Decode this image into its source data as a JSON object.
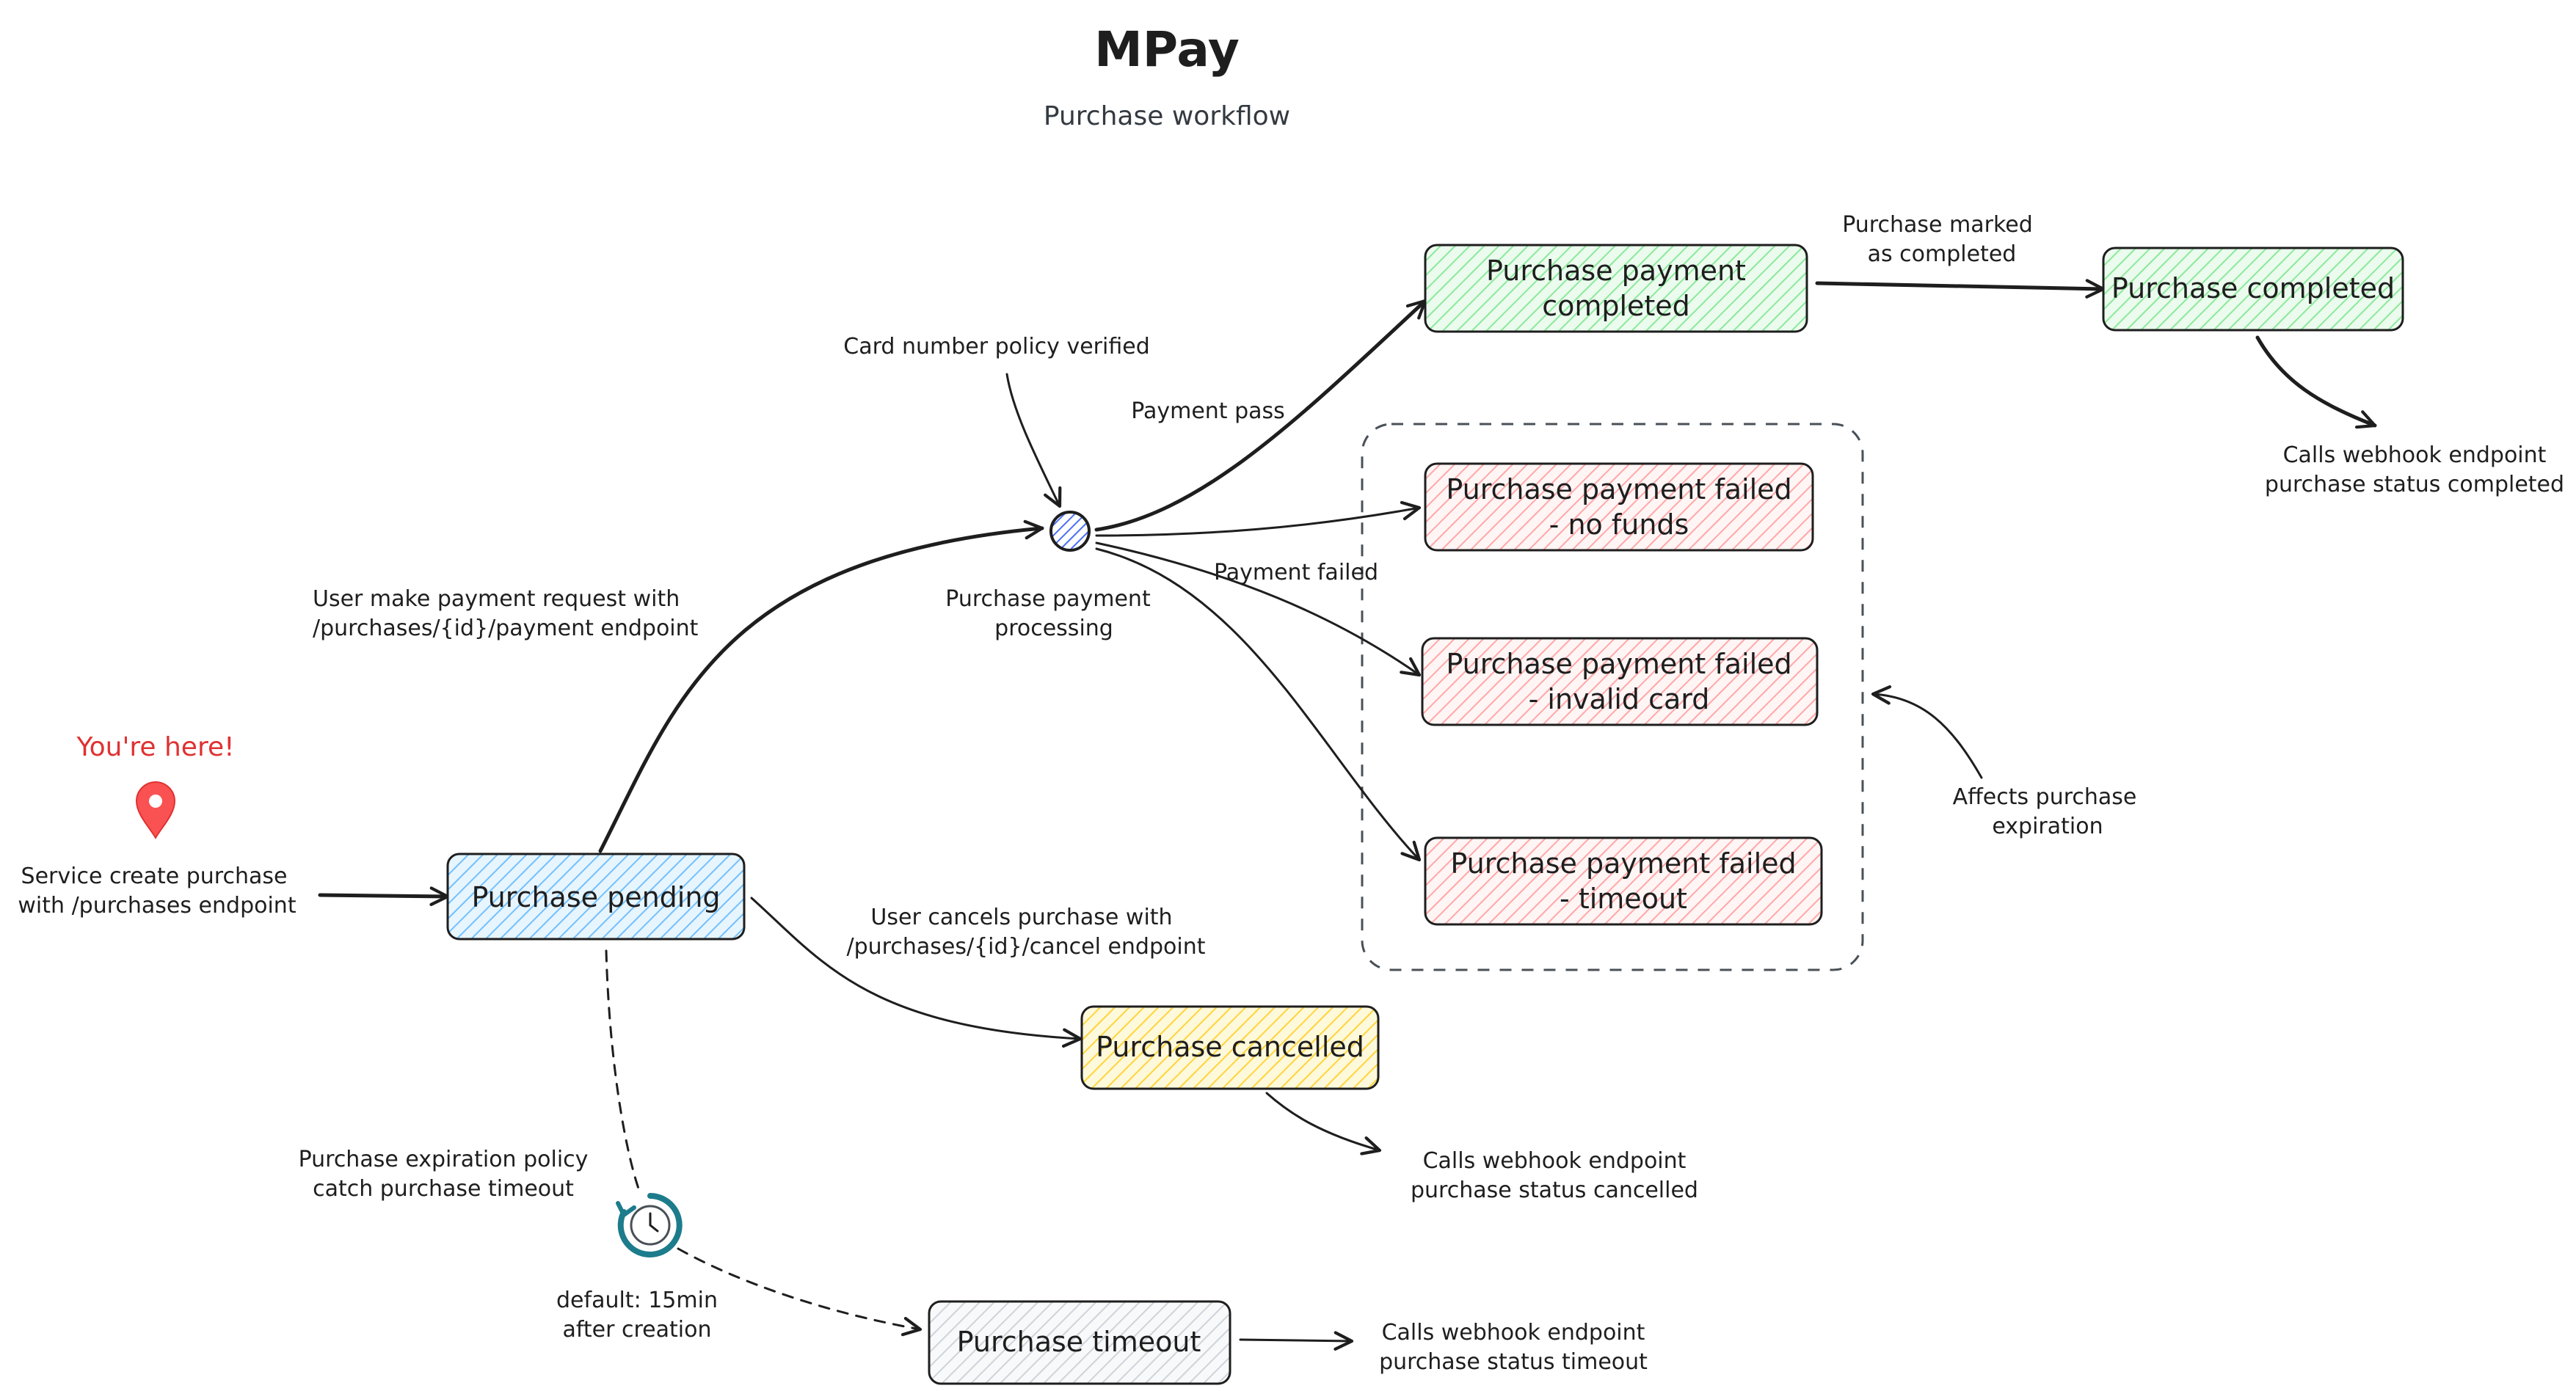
{
  "header": {
    "title": "MPay",
    "subtitle": "Purchase workflow"
  },
  "marker": {
    "label": "You're here!",
    "icon": "map-pin-icon",
    "color": "#e03131"
  },
  "colors": {
    "blue": "#a5d8ff",
    "green": "#b2f2bb",
    "red": "#ffc9c9",
    "yellow": "#ffec99",
    "gray": "#dee2e6"
  },
  "nodes": {
    "pending": "Purchase pending",
    "payment_completed": [
      "Purchase payment",
      "completed"
    ],
    "completed": "Purchase completed",
    "failed_no_funds": [
      "Purchase payment failed",
      "- no funds"
    ],
    "failed_invalid_card": [
      "Purchase payment failed",
      "- invalid card"
    ],
    "failed_timeout": [
      "Purchase payment failed",
      "- timeout"
    ],
    "cancelled": "Purchase cancelled",
    "timeout": "Purchase timeout"
  },
  "labels": {
    "service_create": [
      "Service create purchase",
      "with /purchases endpoint"
    ],
    "payment_request": [
      "User make payment request with",
      "/purchases/{id}/payment endpoint"
    ],
    "card_policy": "Card number policy verified",
    "processing": [
      "Purchase payment",
      "processing"
    ],
    "payment_pass": "Payment pass",
    "payment_failed": "Payment failed",
    "marked_completed": [
      "Purchase marked",
      "as completed"
    ],
    "webhook_completed": [
      "Calls webhook endpoint",
      "purchase status completed"
    ],
    "affects_expiration": [
      "Affects purchase",
      "expiration"
    ],
    "user_cancels": [
      "User cancels  purchase with",
      "/purchases/{id}/cancel endpoint"
    ],
    "webhook_cancelled": [
      "Calls webhook endpoint",
      "purchase status cancelled"
    ],
    "expiration_policy": [
      "Purchase expiration policy",
      "catch purchase timeout"
    ],
    "default_timeout": [
      "default: 15min",
      "after creation"
    ],
    "webhook_timeout": [
      "Calls webhook endpoint",
      "purchase status timeout"
    ]
  }
}
